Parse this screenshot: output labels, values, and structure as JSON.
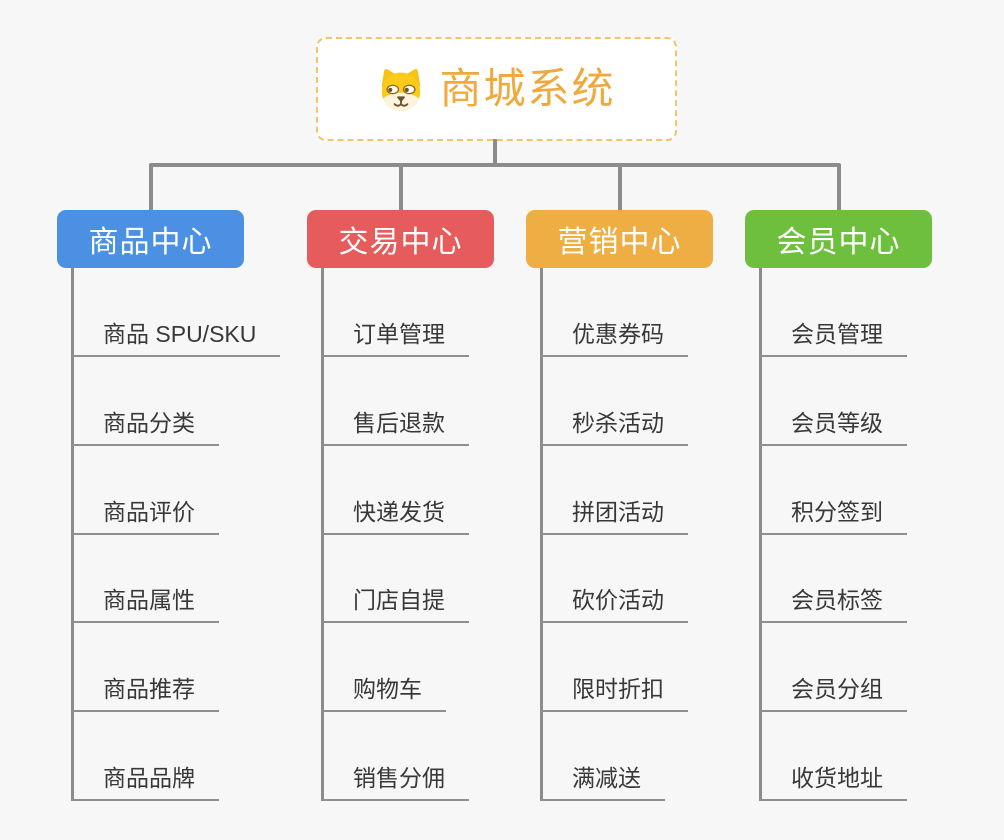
{
  "root": {
    "title": "商城系统",
    "icon": "dog-face-icon",
    "text_color": "#F1A93D",
    "border_color": "#F4C36A"
  },
  "colors": {
    "connector": "#8C8C8C",
    "background": "#F7F7F7"
  },
  "branches": [
    {
      "label": "商品中心",
      "color": "#4B90E2",
      "items": [
        "商品 SPU/SKU",
        "商品分类",
        "商品评价",
        "商品属性",
        "商品推荐",
        "商品品牌"
      ]
    },
    {
      "label": "交易中心",
      "color": "#E65C5C",
      "items": [
        "订单管理",
        "售后退款",
        "快递发货",
        "门店自提",
        "购物车",
        "销售分佣"
      ]
    },
    {
      "label": "营销中心",
      "color": "#EEAE44",
      "items": [
        "优惠券码",
        "秒杀活动",
        "拼团活动",
        "砍价活动",
        "限时折扣",
        "满减送"
      ]
    },
    {
      "label": "会员中心",
      "color": "#6FBF3F",
      "items": [
        "会员管理",
        "会员等级",
        "积分签到",
        "会员标签",
        "会员分组",
        "收货地址"
      ]
    }
  ]
}
